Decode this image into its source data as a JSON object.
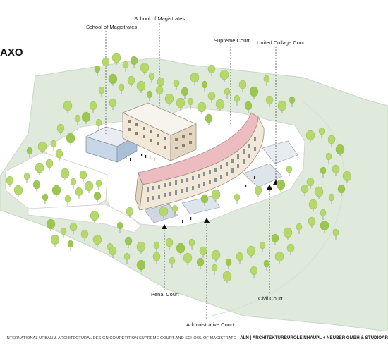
{
  "view_title": "AXO",
  "labels": {
    "school_of_magistrates_1": "School of Magistrates",
    "school_of_magistrates_2": "School of Magistrates",
    "supreme_court": "Supreme Court",
    "united_collage_court": "United Collage Court",
    "penal_court": "Penal Court",
    "administrative_court": "Administrative  Court",
    "civil_court": "Civil Court"
  },
  "footer": {
    "competition": "INTERNATIONAL URBAN & ARCHITECTURAL DESIGN COMPETITION   SUPREME COURT AND SCHOOL OF MAGISTRATE",
    "office": "ALN | ARCHITEKTURBÜROLEINHÄUPL + NEUBER GMBH & STUDIOAR"
  },
  "colors": {
    "lawn": "#dfe9dc",
    "lawn_edge": "#c8d6c4",
    "plaza": "#ffffff",
    "tree": "#b6d86a",
    "tree_dark": "#9cc650",
    "roof": "#ecbcc0",
    "facade": "#f1e8d8",
    "glass": "#c7d7e8"
  }
}
